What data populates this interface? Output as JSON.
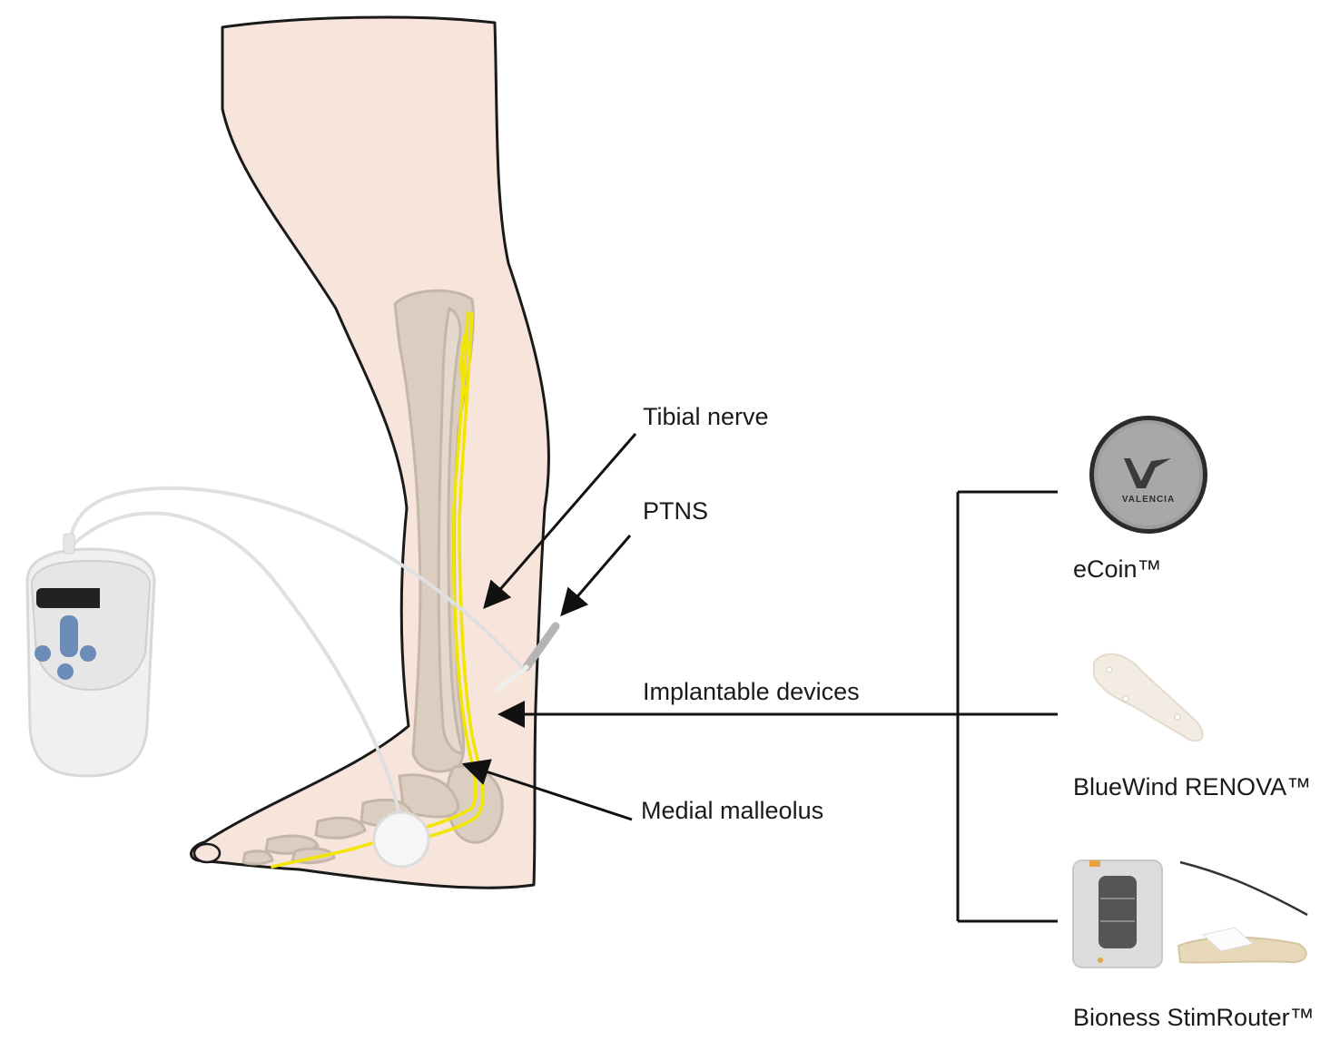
{
  "labels": {
    "tibial_nerve": "Tibial nerve",
    "ptns": "PTNS",
    "implantable_devices": "Implantable devices",
    "medial_malleolus": "Medial malleolus"
  },
  "devices": [
    {
      "name": "eCoin™",
      "logo_text": "VALENCIA"
    },
    {
      "name": "BlueWind RENOVA™"
    },
    {
      "name": "Bioness StimRouter™"
    }
  ],
  "colors": {
    "skin": "#f7e4da",
    "skin_outline": "#1a1a1a",
    "bone": "#d9cbbd",
    "bone_outline": "#bfb3a5",
    "nerve": "#f2e600",
    "lead_wire": "#e6e6e6",
    "device_body": "#f0f0f0",
    "device_button": "#6b8cb8",
    "coin": "#9e9e9e",
    "arrow": "#111111"
  }
}
